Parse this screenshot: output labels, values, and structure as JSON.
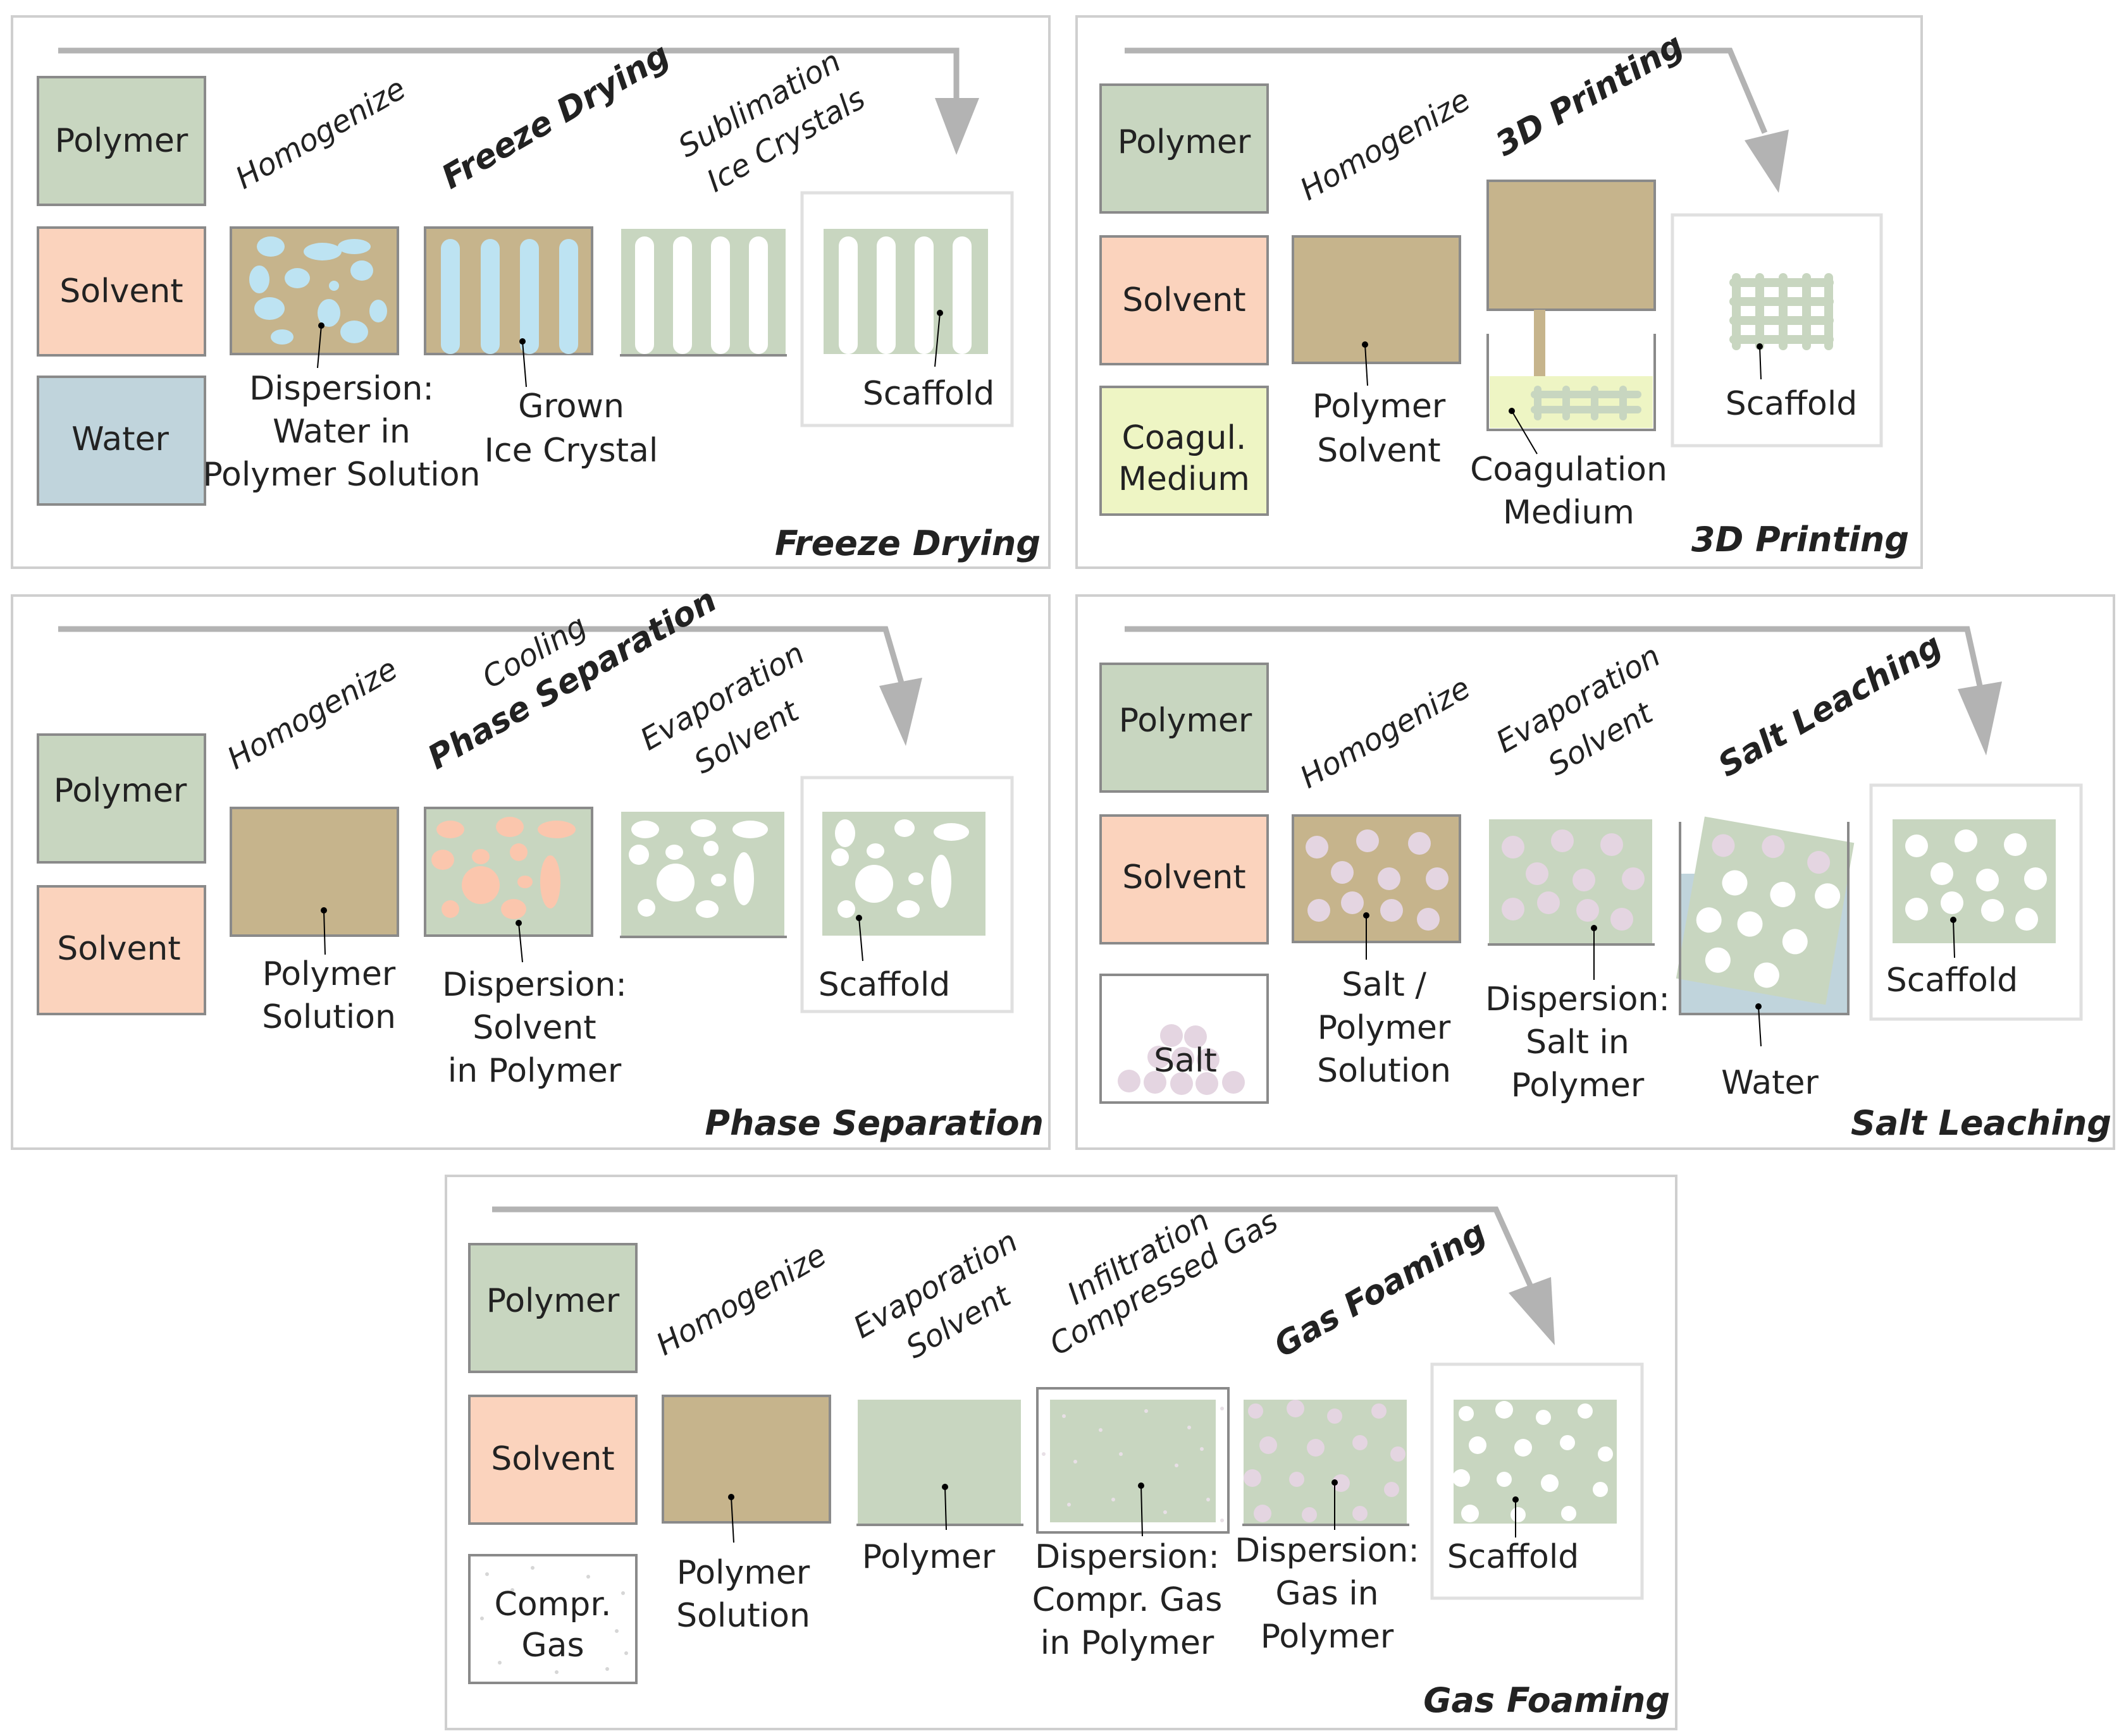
{
  "colors": {
    "polymer": "#c8d6c0",
    "solvent": "#fbd3bd",
    "water": "#c0d4dc",
    "coagulation": "#eef5c4",
    "polymer_solution": "#c6b48c",
    "ice": "#bde3f2",
    "pore": "#ffffff",
    "salt": "#e4d5e1",
    "frame": "#cfcfcf",
    "arrow": "#b3b3b3"
  },
  "panels": {
    "freeze": {
      "title": "Freeze Drying",
      "inputs": [
        "Polymer",
        "Solvent",
        "Water"
      ],
      "steps": [
        "Homogenize",
        "Freeze Drying",
        "Sublimation",
        "Ice Crystals"
      ],
      "captions": {
        "dispersion": [
          "Dispersion:",
          "Water in",
          "Polymer Solution"
        ],
        "ice": [
          "Grown",
          "Ice Crystal"
        ],
        "scaffold": "Scaffold"
      }
    },
    "printing": {
      "title": "3D Printing",
      "inputs": [
        "Polymer",
        "Solvent",
        "Coagul.",
        "Medium"
      ],
      "steps": [
        "Homogenize",
        "3D Printing"
      ],
      "captions": {
        "solution": [
          "Polymer",
          "Solvent"
        ],
        "coag": [
          "Coagulation",
          "Medium"
        ],
        "scaffold": "Scaffold"
      }
    },
    "phase": {
      "title": "Phase Separation",
      "inputs": [
        "Polymer",
        "Solvent"
      ],
      "steps": [
        "Homogenize",
        "Cooling",
        "Phase Separation",
        "Evaporation",
        "Solvent"
      ],
      "captions": {
        "solution": [
          "Polymer",
          "Solution"
        ],
        "dispersion": [
          "Dispersion:",
          "Solvent",
          "in Polymer"
        ],
        "scaffold": "Scaffold"
      }
    },
    "salt": {
      "title": "Salt Leaching",
      "inputs": [
        "Polymer",
        "Solvent",
        "Salt"
      ],
      "steps": [
        "Homogenize",
        "Evaporation",
        "Solvent",
        "Salt Leaching"
      ],
      "captions": {
        "solution": [
          "Salt /",
          "Polymer",
          "Solution"
        ],
        "dispersion": [
          "Dispersion:",
          "Salt in",
          "Polymer"
        ],
        "water": "Water",
        "scaffold": "Scaffold"
      }
    },
    "gas": {
      "title": "Gas Foaming",
      "inputs": [
        "Polymer",
        "Solvent",
        "Compr.",
        "Gas"
      ],
      "steps": [
        "Homogenize",
        "Evaporation",
        "Solvent",
        "Infiltration",
        "Compressed Gas",
        "Gas Foaming"
      ],
      "captions": {
        "solution": [
          "Polymer",
          "Solution"
        ],
        "polymer": "Polymer",
        "dispersion_gas": [
          "Dispersion:",
          "Compr. Gas",
          "in Polymer"
        ],
        "dispersion_foam": [
          "Dispersion:",
          "Gas in",
          "Polymer"
        ],
        "scaffold": "Scaffold"
      }
    }
  }
}
